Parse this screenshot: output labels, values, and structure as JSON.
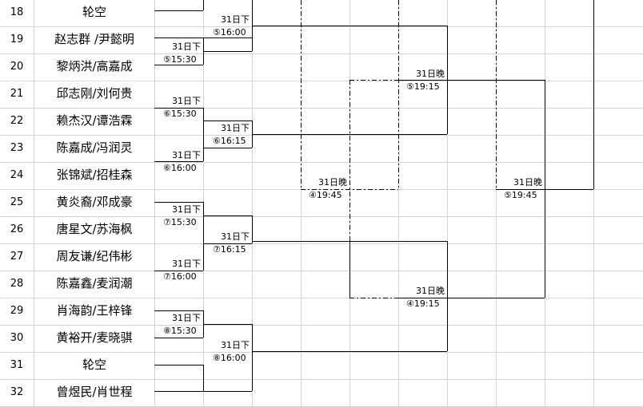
{
  "rows": [
    {
      "num": "18",
      "name": "轮空"
    },
    {
      "num": "19",
      "name": "赵志群 /尹懿明"
    },
    {
      "num": "20",
      "name": "黎炳洪/高嘉成"
    },
    {
      "num": "21",
      "name": "邱志刚/刘何贵"
    },
    {
      "num": "22",
      "name": "赖杰汉/谭浩霖"
    },
    {
      "num": "23",
      "name": "陈嘉成/冯润灵"
    },
    {
      "num": "24",
      "name": "张锦斌/招桂森"
    },
    {
      "num": "25",
      "name": "黄炎裔/邓成豪"
    },
    {
      "num": "26",
      "name": "唐星文/苏海枫"
    },
    {
      "num": "27",
      "name": "周友谦/纪伟彬"
    },
    {
      "num": "28",
      "name": "陈嘉鑫/麦润潮"
    },
    {
      "num": "29",
      "name": "肖海韵/王梓锋"
    },
    {
      "num": "30",
      "name": "黄裕开/麦晓骐"
    },
    {
      "num": "31",
      "name": "轮空"
    },
    {
      "num": "32",
      "name": "曾煜民/肖世程"
    }
  ],
  "matches": [
    {
      "day": "31日下",
      "time": "⑤16:00"
    },
    {
      "day": "31日下",
      "time": "⑤15:30"
    },
    {
      "day": "31日晚",
      "time": "⑤19:15"
    },
    {
      "day": "31日下",
      "time": "⑥15:30"
    },
    {
      "day": "31日下",
      "time": "⑥16:15"
    },
    {
      "day": "31日下",
      "time": "⑥16:00"
    },
    {
      "day": "31日晚",
      "time": "④19:45"
    },
    {
      "day": "31日晚",
      "time": "⑤19:45"
    },
    {
      "day": "31日下",
      "time": "⑦15:30"
    },
    {
      "day": "31日下",
      "time": "⑦16:15"
    },
    {
      "day": "31日下",
      "time": "⑦16:00"
    },
    {
      "day": "31日晚",
      "time": "④19:15"
    },
    {
      "day": "31日下",
      "time": "⑧15:30"
    },
    {
      "day": "31日下",
      "time": "⑧16:00"
    }
  ]
}
